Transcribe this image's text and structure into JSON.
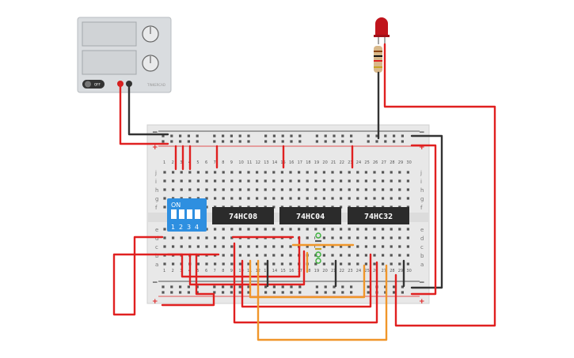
{
  "power_supply": {
    "off_label": "OFF",
    "brand": "TINKERCAD"
  },
  "breadboard": {
    "plus_sign": "+",
    "minus_sign": "−",
    "rows_top": [
      "j",
      "i",
      "h",
      "g",
      "f"
    ],
    "rows_bottom": [
      "e",
      "d",
      "c",
      "b",
      "a"
    ],
    "columns": [
      "1",
      "2",
      "3",
      "4",
      "5",
      "6",
      "7",
      "8",
      "9",
      "10",
      "11",
      "12",
      "13",
      "14",
      "15",
      "16",
      "17",
      "18",
      "19",
      "20",
      "21",
      "22",
      "23",
      "24",
      "25",
      "26",
      "27",
      "28",
      "29",
      "30"
    ]
  },
  "chips": [
    {
      "label": "74HC08"
    },
    {
      "label": "74HC04"
    },
    {
      "label": "74HC32"
    }
  ],
  "dip_switch": {
    "on_label": "ON",
    "numbers": [
      "1",
      "2",
      "3",
      "4"
    ]
  },
  "colors": {
    "wire_red": "#e02020",
    "wire_black": "#333333",
    "wire_orange": "#f0962a",
    "board": "#e8e8e8",
    "dip_blue": "#2e8fe0",
    "chip": "#2b2b2b",
    "led": "#c0141c"
  }
}
